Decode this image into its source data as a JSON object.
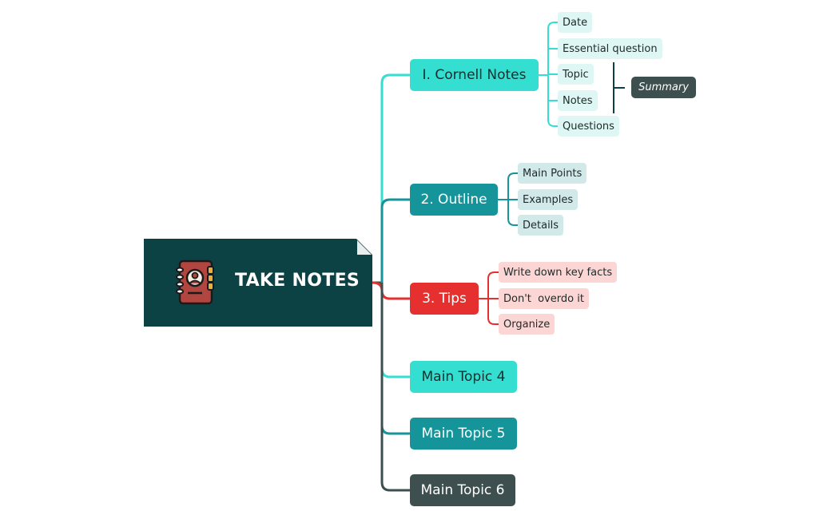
{
  "central": {
    "title": "TAKE NOTES",
    "icon": "address-book-icon"
  },
  "topics": [
    {
      "label": "I. Cornell Notes",
      "color": "#34ded0",
      "subtopics": [
        "Date",
        "Essential question",
        "Topic",
        "Notes",
        "Questions"
      ],
      "summary": "Summary"
    },
    {
      "label": "2. Outline",
      "color": "#15959a",
      "subtopics": [
        "Main Points",
        "Examples",
        "Details"
      ]
    },
    {
      "label": "3. Tips",
      "color": "#e5302f",
      "subtopics": [
        "Write down key facts",
        "Don't  overdo it",
        "Organize"
      ]
    },
    {
      "label": "Main Topic 4",
      "color": "#34ded0"
    },
    {
      "label": "Main Topic 5",
      "color": "#15959a"
    },
    {
      "label": "Main Topic 6",
      "color": "#3e4f4f"
    }
  ]
}
